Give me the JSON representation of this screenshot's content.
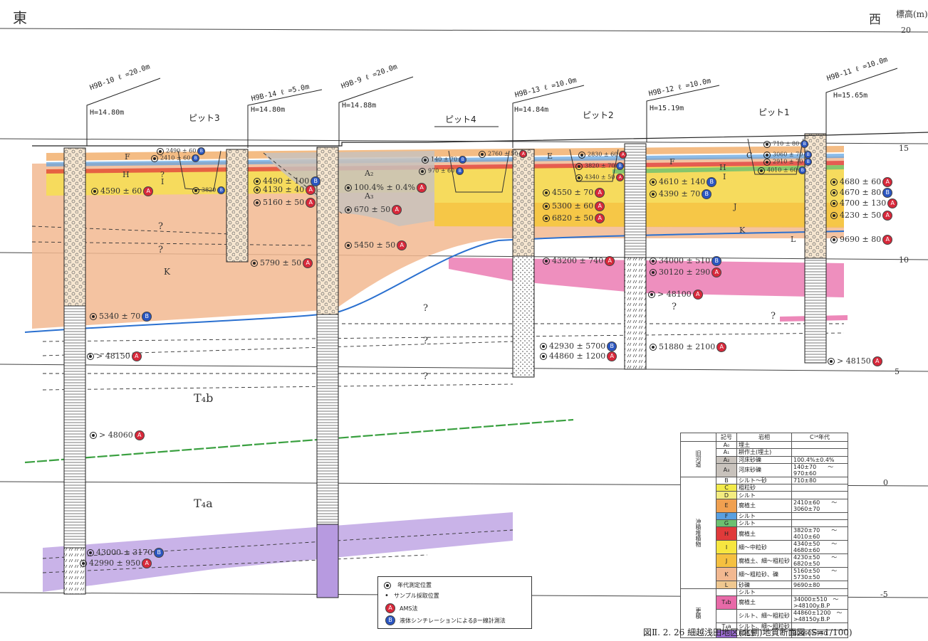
{
  "header": {
    "east": "東",
    "west": "西",
    "elevation_unit": "標高(m)"
  },
  "elevation_ticks": [
    "20",
    "15",
    "10",
    "5",
    "0",
    "-5"
  ],
  "boreholes": [
    {
      "id": "H9B-10",
      "length": "ℓ =20.0m",
      "elevation": "H=14.80m"
    },
    {
      "id": "H9B-14",
      "length": "ℓ =5.0m",
      "elevation": "H=14.80m"
    },
    {
      "id": "H9B-9",
      "length": "ℓ =20.0m",
      "elevation": "H=14.88m"
    },
    {
      "id": "H9B-13",
      "length": "ℓ =10.0m",
      "elevation": "H=14.84m"
    },
    {
      "id": "H9B-12",
      "length": "ℓ =10.0m",
      "elevation": "H=15.19m"
    },
    {
      "id": "H9B-11",
      "length": "ℓ =10.0m",
      "elevation": "H=15.65m"
    }
  ],
  "pits": [
    "ピット3",
    "ピット4",
    "ピット2",
    "ピット1"
  ],
  "layer_labels": [
    "F",
    "H",
    "I",
    "A₂",
    "A₃",
    "K",
    "C",
    "E",
    "F",
    "H",
    "I",
    "J",
    "K",
    "L",
    "T₄b",
    "T₄a"
  ],
  "question_marks": [
    "?",
    "?",
    "?",
    "?",
    "?",
    "?",
    "?",
    "?"
  ],
  "dates": [
    {
      "text": "4590 ± 60",
      "method": "A"
    },
    {
      "text": "5340 ± 70",
      "method": "B"
    },
    {
      "text": "> 48150",
      "method": "A"
    },
    {
      "text": "> 48060",
      "method": "A"
    },
    {
      "text": "43000 ± 3170",
      "method": "B"
    },
    {
      "text": "42990 ± 950",
      "method": "A"
    },
    {
      "text": "2490 ± 60",
      "method": "B"
    },
    {
      "text": "2410 ± 60",
      "method": "B"
    },
    {
      "text": "3820",
      "method": "B"
    },
    {
      "text": "4490 ± 100",
      "method": "B"
    },
    {
      "text": "4130 ± 40",
      "method": "A"
    },
    {
      "text": "5160 ± 50",
      "method": "A"
    },
    {
      "text": "5790 ± 50",
      "method": "A"
    },
    {
      "text": "100.4% ± 0.4%",
      "method": "A"
    },
    {
      "text": "670 ± 50",
      "method": "A"
    },
    {
      "text": "5450 ± 50",
      "method": "A"
    },
    {
      "text": "140 ± 70",
      "method": "B"
    },
    {
      "text": "970 ± 60",
      "method": "B"
    },
    {
      "text": "2760 ± 50",
      "method": "A"
    },
    {
      "text": "4550 ± 70",
      "method": "A"
    },
    {
      "text": "5300 ± 60",
      "method": "A"
    },
    {
      "text": "6820 ± 50",
      "method": "A"
    },
    {
      "text": "43200 ± 740",
      "method": "A"
    },
    {
      "text": "42930 ± 5700",
      "method": "B"
    },
    {
      "text": "44860 ± 1200",
      "method": "A"
    },
    {
      "text": "2830 ± 60",
      "method": "A"
    },
    {
      "text": "3820 ± 70",
      "method": "B"
    },
    {
      "text": "4340 ± 50",
      "method": "A"
    },
    {
      "text": "4610 ± 140",
      "method": "B"
    },
    {
      "text": "4390 ± 70",
      "method": "B"
    },
    {
      "text": "34000 ± 510",
      "method": "B"
    },
    {
      "text": "30120 ± 290",
      "method": "A"
    },
    {
      "text": "> 48100",
      "method": "A"
    },
    {
      "text": "51880 ± 2100",
      "method": "A"
    },
    {
      "text": "710 ± 80",
      "method": "B"
    },
    {
      "text": "3060 ± 70",
      "method": "B"
    },
    {
      "text": "2910 ± 70",
      "method": "B"
    },
    {
      "text": "4010 ± 60",
      "method": "B"
    },
    {
      "text": "4680 ± 60",
      "method": "A"
    },
    {
      "text": "4670 ± 80",
      "method": "B"
    },
    {
      "text": "4700 ± 130",
      "method": "A"
    },
    {
      "text": "4230 ± 50",
      "method": "A"
    },
    {
      "text": "9690 ± 80",
      "method": "A"
    },
    {
      "text": "> 48150",
      "method": "A"
    }
  ],
  "legend_table": {
    "headers": [
      "記号",
      "岩相",
      "C¹⁴年代"
    ],
    "groups": [
      {
        "label": "旧河道",
        "rows": [
          {
            "symbol": "A₀",
            "color": "#ffffff",
            "lithology": "埋土",
            "age": ""
          },
          {
            "symbol": "A₁",
            "color": "#ffffff",
            "lithology": "耕作土(埋土)",
            "age": ""
          },
          {
            "symbol": "A₂",
            "color": "#c8c2bc",
            "lithology": "河床砂礫",
            "age": "100.4%±0.4%"
          },
          {
            "symbol": "A₃",
            "color": "#c8c2bc",
            "lithology": "河床砂礫",
            "age": "140±70　　～ 970±60"
          }
        ]
      },
      {
        "label": "沖積堆積物",
        "rows": [
          {
            "symbol": "B",
            "color": "#ffffff",
            "lithology": "シルト～砂",
            "age": "710±80"
          },
          {
            "symbol": "C",
            "color": "#f2ea4a",
            "lithology": "粗粒砂",
            "age": ""
          },
          {
            "symbol": "D",
            "color": "#f4ec80",
            "lithology": "シルト",
            "age": ""
          },
          {
            "symbol": "E",
            "color": "#f0a050",
            "lithology": "腐植土",
            "age": "2410±60　　～ 3060±70"
          },
          {
            "symbol": "F",
            "color": "#5aa0e0",
            "lithology": "シルト",
            "age": ""
          },
          {
            "symbol": "G",
            "color": "#6cc070",
            "lithology": "シルト",
            "age": ""
          },
          {
            "symbol": "H",
            "color": "#e03a3a",
            "lithology": "腐植土",
            "age": "3820±70　　～ 4010±60"
          },
          {
            "symbol": "I",
            "color": "#f7e640",
            "lithology": "細～中粒砂",
            "age": "4340±50　　～ 4680±60"
          },
          {
            "symbol": "J",
            "color": "#f5c040",
            "lithology": "腐植土、細～粗粒砂",
            "age": "4230±50　　～ 6820±50"
          },
          {
            "symbol": "K",
            "color": "#f2b890",
            "lithology": "細～粗粒砂、礫",
            "age": "5160±50　　～ 5730±50"
          },
          {
            "symbol": "L",
            "color": "#f0c890",
            "lithology": "砂礫",
            "age": "9690±80"
          }
        ]
      },
      {
        "label": "更積",
        "rows": [
          {
            "symbol": "",
            "color": "#ffffff",
            "lithology": "シルト",
            "age": ""
          },
          {
            "symbol": "T₄b",
            "color": "#e86aa8",
            "lithology": "腐植土",
            "age": "34000±510　～ >48100y.B.P"
          },
          {
            "symbol": "",
            "color": "#ffffff",
            "lithology": "シルト、細～粗粒砂",
            "age": "44860±1200　～ >48150y.B.P"
          },
          {
            "symbol": "T₄a",
            "color": "#ffffff",
            "lithology": "シルト、細～粗粒砂",
            "age": ""
          },
          {
            "symbol": "",
            "color": "#9a6ad0",
            "lithology": "腐植土",
            "age": "42990±950"
          }
        ]
      }
    ]
  },
  "key": {
    "age_point": "年代測定位置",
    "sample_point": "サンプル採取位置",
    "ams": "AMS法",
    "liquid": "液体シンチレーションによるβー線計測法",
    "ams_badge": "A",
    "liquid_badge": "B"
  },
  "caption": "図Ⅱ. 2. 26 細越浅田地区(北側)地質断面図 (S=1/100)",
  "colors": {
    "K": "#f2b890",
    "J": "#f5c040",
    "I": "#f7e640",
    "H": "#e03a3a",
    "E": "#f0a050",
    "F": "#5aa0e0",
    "G": "#6cc070",
    "A": "#c8c2bc",
    "T4b": "#e86aa8",
    "T4a": "#b79ae0",
    "ams": "#d8283a",
    "liquid": "#2a55c0",
    "green_line": "#3aa040",
    "blue_line": "#2a70d0"
  }
}
